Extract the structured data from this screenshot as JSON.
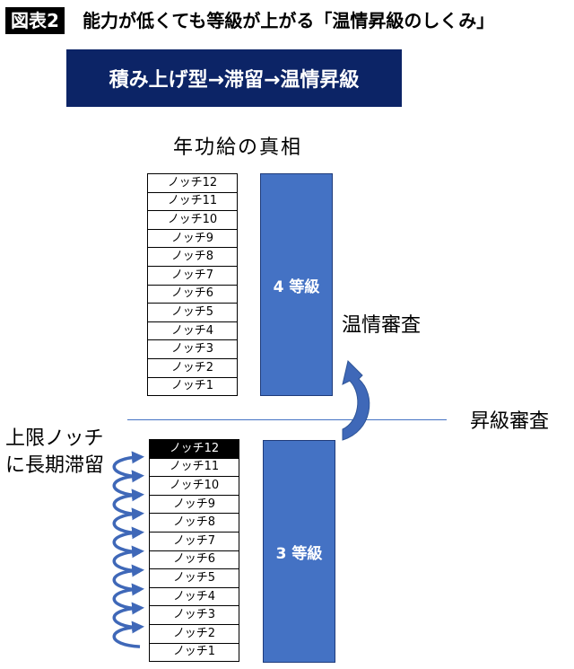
{
  "header": {
    "tag": "図表2",
    "title": "能力が低くても等級が上がる「温情昇級のしくみ」"
  },
  "banner": {
    "text": "積み上げ型→滞留→温情昇級"
  },
  "section_title": "年功給の真相",
  "upper_grade": {
    "label": "4 等級",
    "notches": [
      "ノッチ12",
      "ノッチ11",
      "ノッチ10",
      "ノッチ9",
      "ノッチ8",
      "ノッチ7",
      "ノッチ6",
      "ノッチ5",
      "ノッチ4",
      "ノッチ3",
      "ノッチ2",
      "ノッチ1"
    ]
  },
  "lower_grade": {
    "label": "3 等級",
    "notches": [
      "ノッチ12",
      "ノッチ11",
      "ノッチ10",
      "ノッチ9",
      "ノッチ8",
      "ノッチ7",
      "ノッチ6",
      "ノッチ5",
      "ノッチ4",
      "ノッチ3",
      "ノッチ2",
      "ノッチ1"
    ],
    "highlighted_notch": "ノッチ12"
  },
  "labels": {
    "mercy_review": "温情審査",
    "promotion_review": "昇級審査",
    "upper_limit_line1": "上限ノッチ",
    "upper_limit_line2": "に長期滞留"
  },
  "colors": {
    "banner_bg": "#0c2466",
    "grade_box": "#4472c4",
    "divider": "#4472c4",
    "arrow": "#3f68b8"
  }
}
